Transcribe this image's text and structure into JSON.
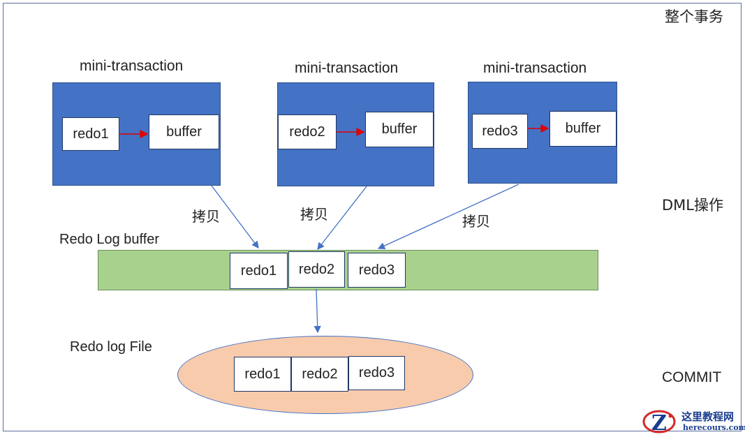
{
  "side_labels": {
    "whole_transaction": "整个事务",
    "dml": "DML操作",
    "commit": "COMMIT"
  },
  "mini_transactions": [
    {
      "title": "mini-transaction",
      "redo": "redo1",
      "buffer": "buffer"
    },
    {
      "title": "mini-transaction",
      "redo": "redo2",
      "buffer": "buffer"
    },
    {
      "title": "mini-transaction",
      "redo": "redo3",
      "buffer": "buffer"
    }
  ],
  "copy_labels": [
    "拷贝",
    "拷贝",
    "拷贝"
  ],
  "redo_log_buffer": {
    "title": "Redo Log buffer",
    "items": [
      "redo1",
      "redo2",
      "redo3"
    ]
  },
  "redo_log_file": {
    "title": "Redo log File",
    "items": [
      "redo1",
      "redo2",
      "redo3"
    ]
  },
  "watermark": {
    "name": "这里教程网",
    "url": "herecours.com"
  },
  "colors": {
    "mt_fill": "#4472c4",
    "buffer_fill": "#a9d18e",
    "file_fill": "#f8cbad",
    "arrow_red": "#e00000",
    "arrow_blue": "#4472c4"
  }
}
